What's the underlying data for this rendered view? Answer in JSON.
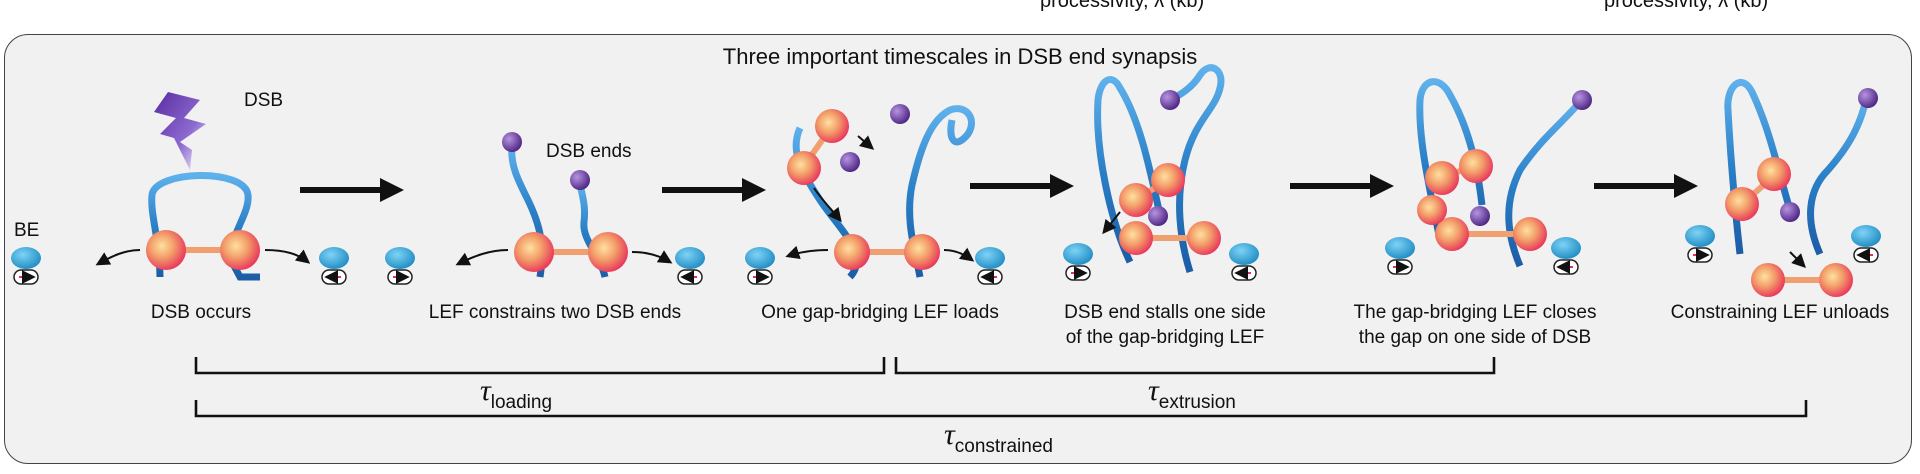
{
  "top_fragments": [
    "processivity, λ (kb)",
    "processivity, λ (kb)"
  ],
  "title": "Three important timescales in DSB end synapsis",
  "labels": {
    "dsb": "DSB",
    "be": "BE",
    "dsb_ends": "DSB ends"
  },
  "steps": [
    {
      "caption": "DSB occurs"
    },
    {
      "caption": "LEF constrains two DSB ends"
    },
    {
      "caption": "One gap-bridging LEF loads"
    },
    {
      "caption": "DSB end stalls one side\nof the gap-bridging LEF"
    },
    {
      "caption": "The gap-bridging LEF closes\nthe gap on one side of DSB"
    },
    {
      "caption": "Constraining LEF unloads"
    }
  ],
  "timescales": [
    {
      "symbol": "τ",
      "subscript": "loading"
    },
    {
      "symbol": "τ",
      "subscript": "extrusion"
    },
    {
      "symbol": "τ",
      "subscript": "constrained"
    }
  ],
  "colors": {
    "dna": "#2a7fc6",
    "lef_ring": "#f0a868",
    "lef_core": "#e8305a",
    "lef_link": "#f0a070",
    "be": "#29a3d8",
    "dsb_end": "#6a3d9a",
    "bolt": "#6a3db0",
    "arrow": "#111111",
    "frame_bg": "#f1f1f1"
  }
}
